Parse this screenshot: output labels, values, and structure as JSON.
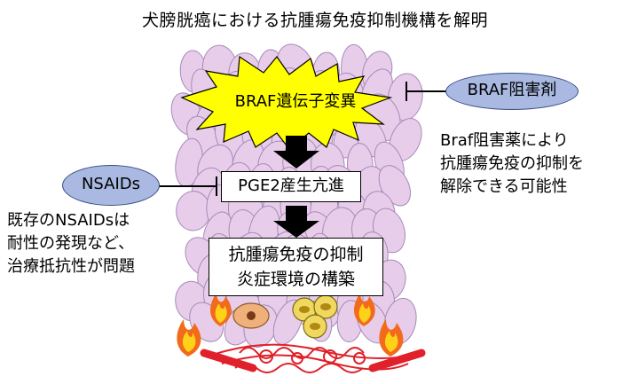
{
  "title": "犬膀胱癌における抗腫瘍免疫抑制機構を解明",
  "diagram": {
    "braf_mutation": "BRAF遺伝子変異",
    "pge2": "PGE2産生亢進",
    "outcome_line1": "抗腫瘍免疫の抑制",
    "outcome_line2": "炎症環境の構築",
    "braf_inhibitor": "BRAF阻害剤",
    "nsaids": "NSAIDs",
    "right_note": [
      "Braf阻害薬により",
      "抗腫瘍免疫の抑制を",
      "解除できる可能性"
    ],
    "left_note": [
      "既存のNSAIDsは",
      "耐性の発現など、",
      "治療抵抗性が問題"
    ]
  },
  "colors": {
    "cell_fill": "#e8cdeb",
    "cell_stroke": "#a58ab8",
    "burst_fill": "#ffff00",
    "pill_fill": "#a9b9e2",
    "vessel": "#e0202a",
    "flame": "#f26a1b",
    "flame_core": "#ffd21a"
  }
}
